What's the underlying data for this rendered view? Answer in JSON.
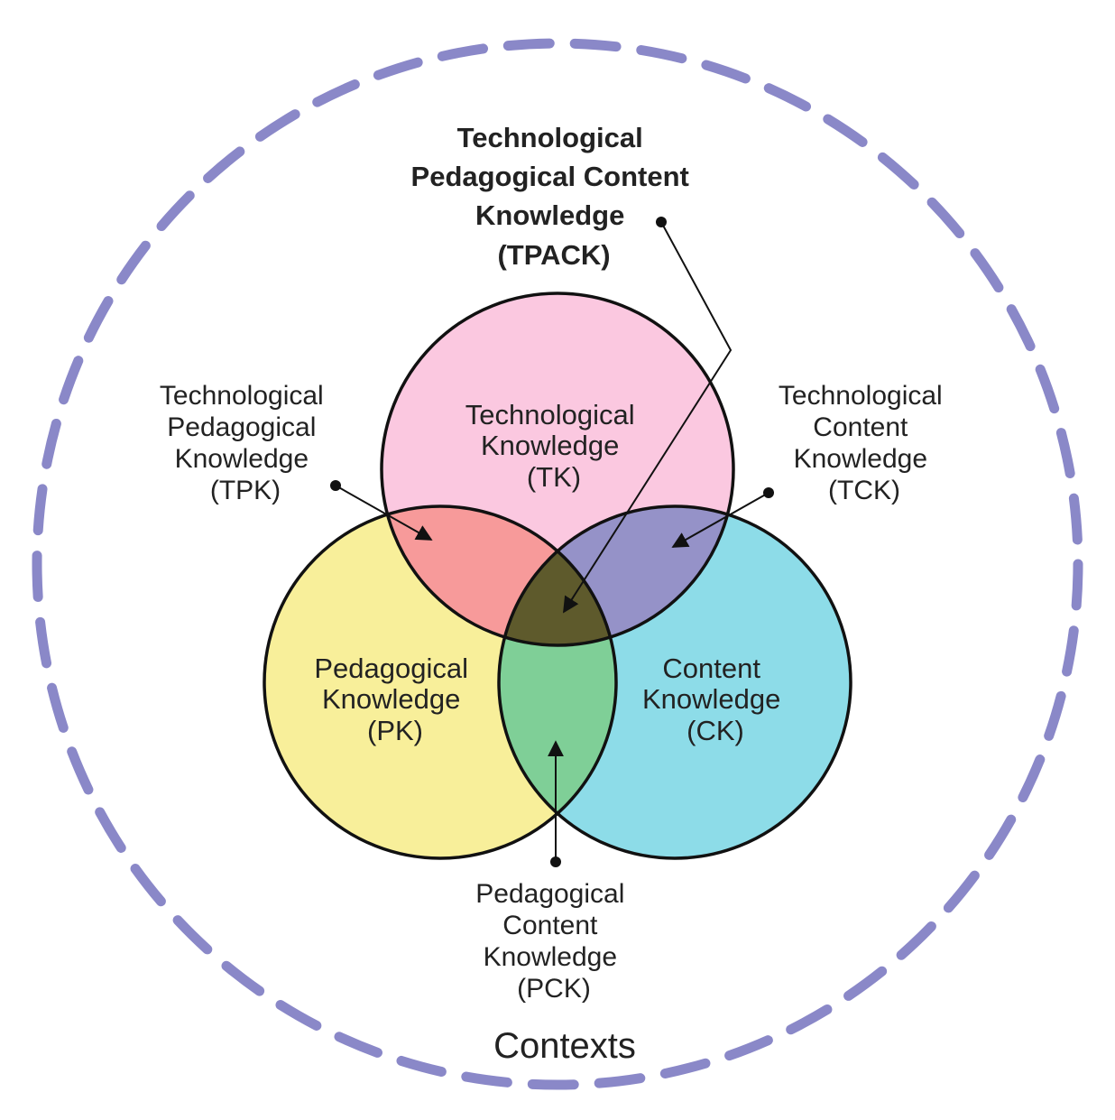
{
  "colors": {
    "context_ring": "#8a88c8",
    "tk_fill": "#fbc8e0",
    "pk_fill": "#f8ef9a",
    "ck_fill": "#8ddce8",
    "tpk_fill": "#f79a9a",
    "tck_fill": "#9592c8",
    "pck_fill": "#7fcf97",
    "tpack_fill": "#5e5a2c",
    "outline": "#111111",
    "text": "#222222"
  },
  "tpack": {
    "lines": [
      "Technological",
      "Pedagogical Content",
      "Knowledge",
      "(TPACK)"
    ]
  },
  "tk": {
    "lines": [
      "Technological",
      "Knowledge",
      "(TK)"
    ]
  },
  "pk": {
    "lines": [
      "Pedagogical",
      "Knowledge",
      "(PK)"
    ]
  },
  "ck": {
    "lines": [
      "Content",
      "Knowledge",
      "(CK)"
    ]
  },
  "tpk": {
    "lines": [
      "Technological",
      "Pedagogical",
      "Knowledge",
      "(TPK)"
    ]
  },
  "tck": {
    "lines": [
      "Technological",
      "Content",
      "Knowledge",
      "(TCK)"
    ]
  },
  "pck": {
    "lines": [
      "Pedagogical",
      "Content",
      "Knowledge",
      "(PCK)"
    ]
  },
  "contexts": {
    "label": "Contexts"
  }
}
